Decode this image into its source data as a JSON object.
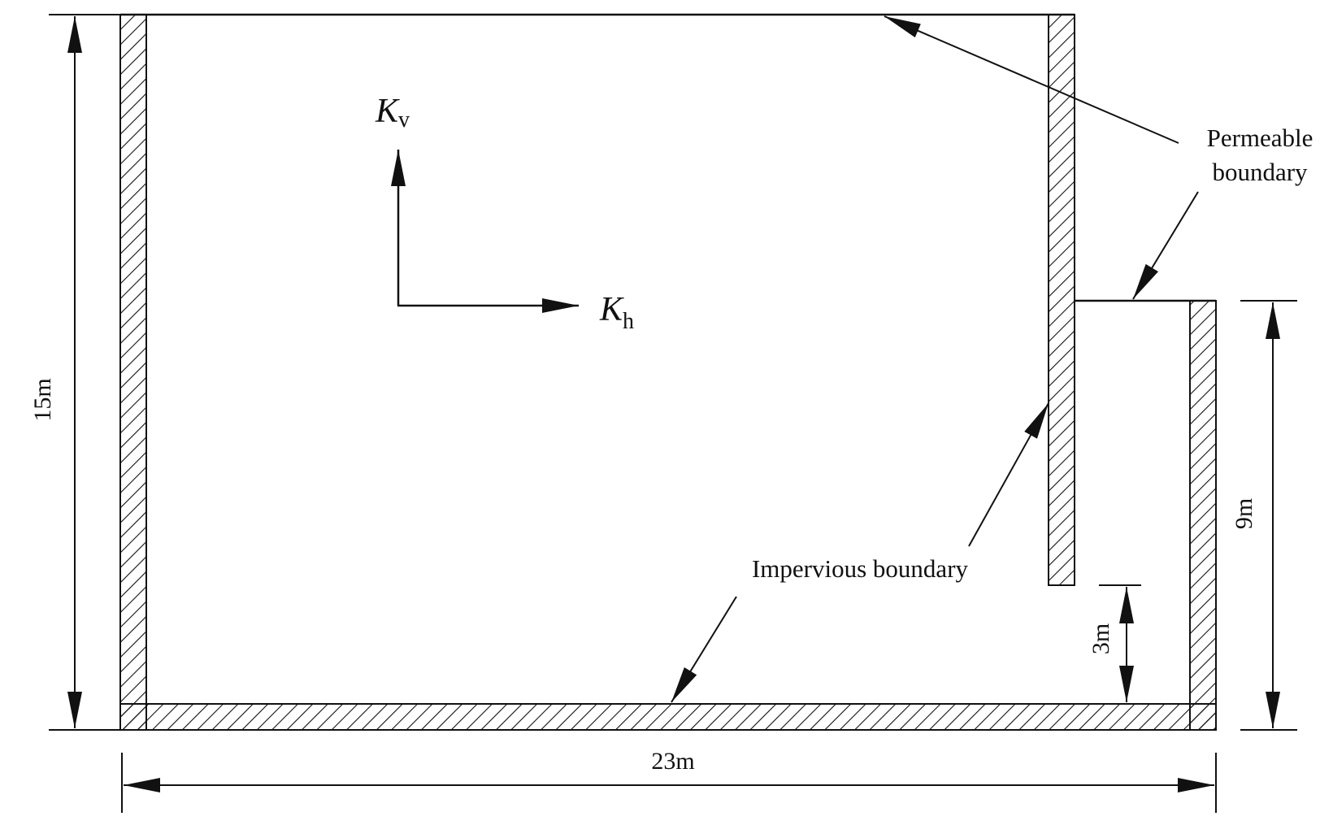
{
  "dimensions": {
    "height_total": "15m",
    "height_right": "9m",
    "gap_bottom": "3m",
    "width_total": "23m"
  },
  "axes": {
    "vertical_symbol": "K",
    "vertical_subscript": "v",
    "horizontal_symbol": "K",
    "horizontal_subscript": "h"
  },
  "annotations": {
    "permeable_line1": "Permeable",
    "permeable_line2": "boundary",
    "impervious": "Impervious boundary"
  },
  "colors": {
    "line": "#111111",
    "background": "#ffffff"
  }
}
